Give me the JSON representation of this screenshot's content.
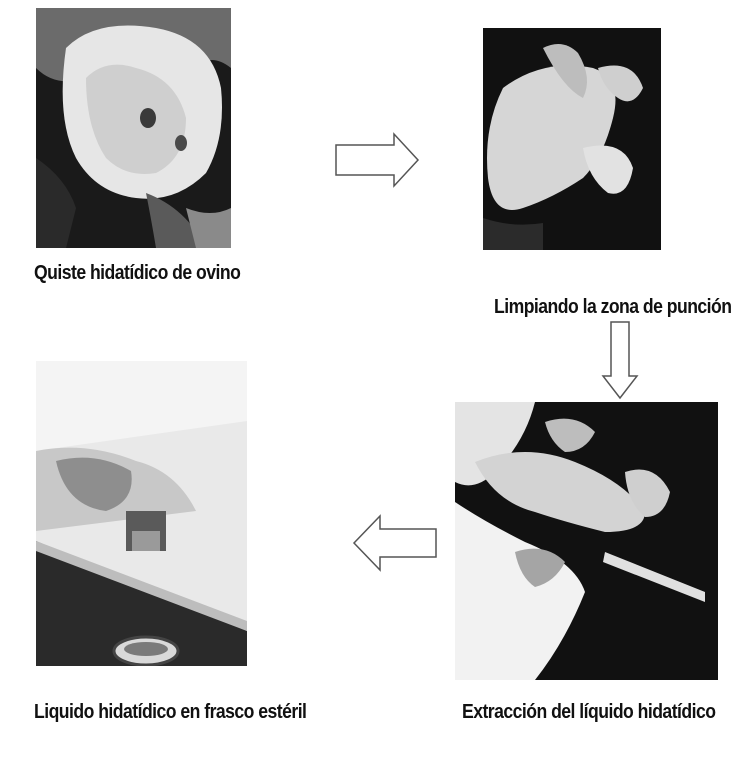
{
  "steps": [
    {
      "caption": "Quiste hidatídico de ovino"
    },
    {
      "caption": "Limpiando la zona de punción"
    },
    {
      "caption": "Extracción del líquido hidatídico"
    },
    {
      "caption": "Liquido hidatídico en frasco estéril"
    }
  ],
  "arrows": [
    "right",
    "down",
    "left"
  ]
}
